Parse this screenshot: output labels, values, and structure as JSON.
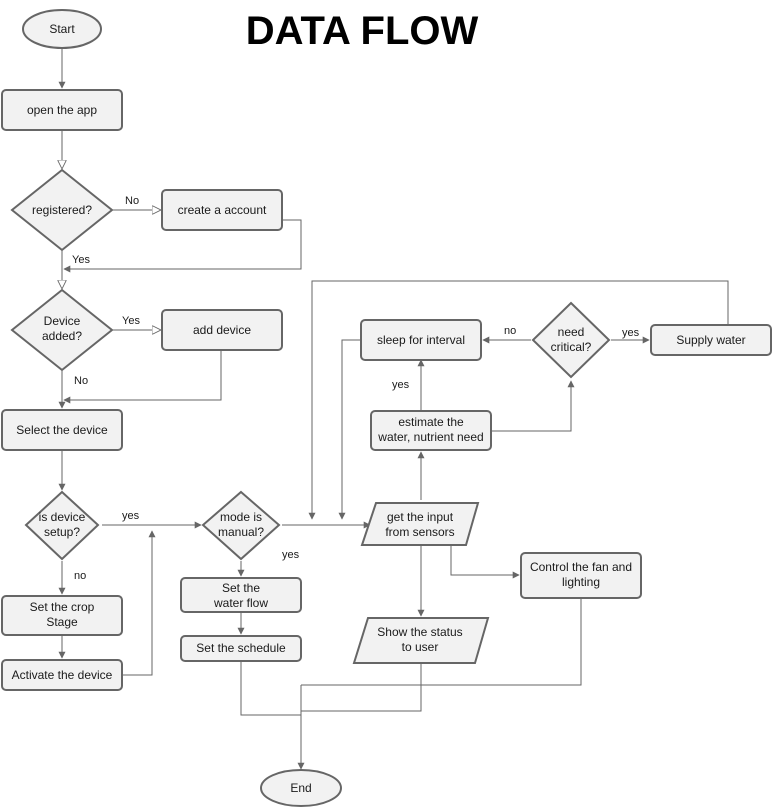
{
  "title": "DATA FLOW",
  "nodes": {
    "start": "Start",
    "open_app": "open the app",
    "registered": "registered?",
    "create_account": "create a account",
    "device_added_1": "Device",
    "device_added_2": "added?",
    "add_device": "add device",
    "select_device": "Select the device",
    "is_setup_1": "is device",
    "is_setup_2": "setup?",
    "crop_stage_1": "Set the crop",
    "crop_stage_2": "Stage",
    "activate": "Activate the device",
    "mode_manual_1": "mode is",
    "mode_manual_2": "manual?",
    "water_flow_1": "Set the",
    "water_flow_2": "water flow",
    "schedule": "Set the schedule",
    "sensors_1": "get the input",
    "sensors_2": "from sensors",
    "estimate_1": "estimate the",
    "estimate_2": "water, nutrient need",
    "sleep": "sleep for interval",
    "need_critical_1": "need",
    "need_critical_2": "critical?",
    "supply": "Supply water",
    "fan_1": "Control the fan and",
    "fan_2": "lighting",
    "status_1": "Show the status",
    "status_2": "to user",
    "end": "End"
  },
  "edge_labels": {
    "reg_no": "No",
    "reg_yes": "Yes",
    "dev_yes": "Yes",
    "dev_no": "No",
    "setup_yes": "yes",
    "setup_no": "no",
    "manual_yes": "yes",
    "estimate_yes": "yes",
    "critical_no": "no",
    "critical_yes": "yes"
  }
}
